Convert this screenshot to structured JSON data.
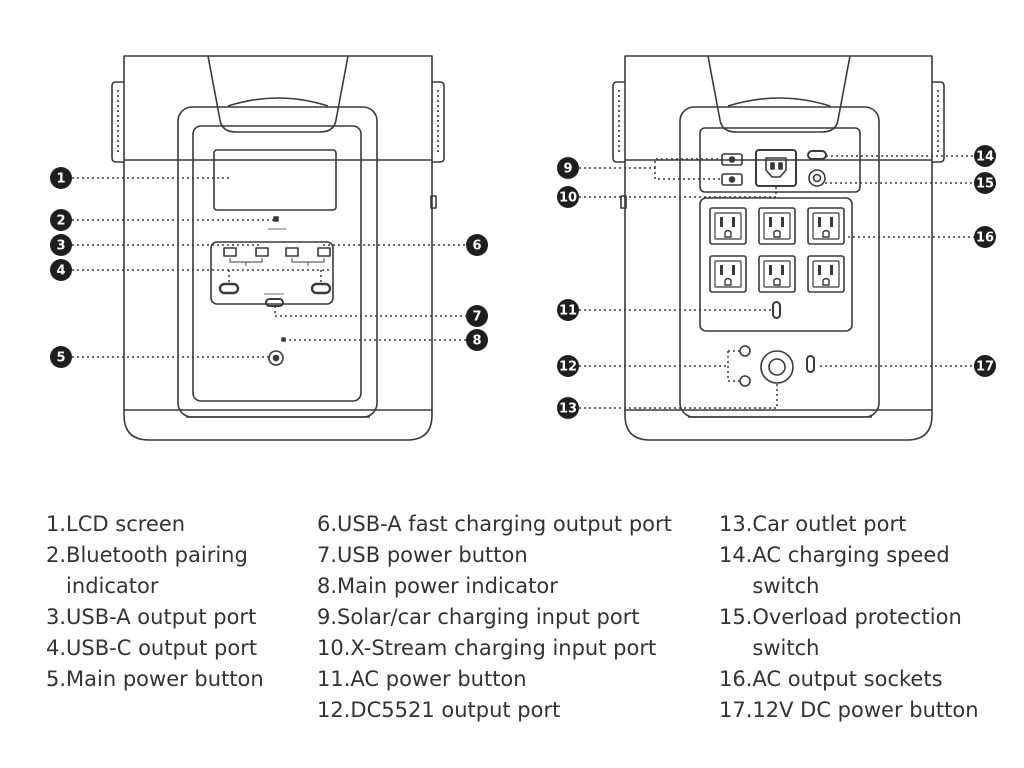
{
  "callouts": [
    "1",
    "2",
    "3",
    "4",
    "5",
    "6",
    "7",
    "8",
    "9",
    "10",
    "11",
    "12",
    "13",
    "14",
    "15",
    "16",
    "17"
  ],
  "legend": {
    "col1": [
      {
        "num": "1.",
        "text": "LCD screen"
      },
      {
        "num": "2.",
        "text": "Bluetooth pairing indicator"
      },
      {
        "num": "3.",
        "text": "USB-A output port"
      },
      {
        "num": "4.",
        "text": "USB-C output port"
      },
      {
        "num": "5.",
        "text": "Main power button"
      }
    ],
    "col2": [
      {
        "num": "6.",
        "text": "USB-A fast charging output port"
      },
      {
        "num": "7.",
        "text": "USB power button"
      },
      {
        "num": "8.",
        "text": "Main power indicator"
      },
      {
        "num": "9.",
        "text": "Solar/car charging input port"
      },
      {
        "num": "10.",
        "text": "X-Stream charging input port"
      },
      {
        "num": "11.",
        "text": "AC power button"
      },
      {
        "num": "12.",
        "text": "DC5521 output port"
      }
    ],
    "col3": [
      {
        "num": "13.",
        "text": "Car outlet port"
      },
      {
        "num": "14.",
        "text": "AC charging speed switch"
      },
      {
        "num": "15.",
        "text": "Overload protection switch"
      },
      {
        "num": "16.",
        "text": "AC output sockets"
      },
      {
        "num": "17.",
        "text": "12V DC power button"
      }
    ]
  },
  "colors": {
    "line": "#3a3a3a",
    "callout": "#1e1e1e",
    "text": "#333333"
  }
}
